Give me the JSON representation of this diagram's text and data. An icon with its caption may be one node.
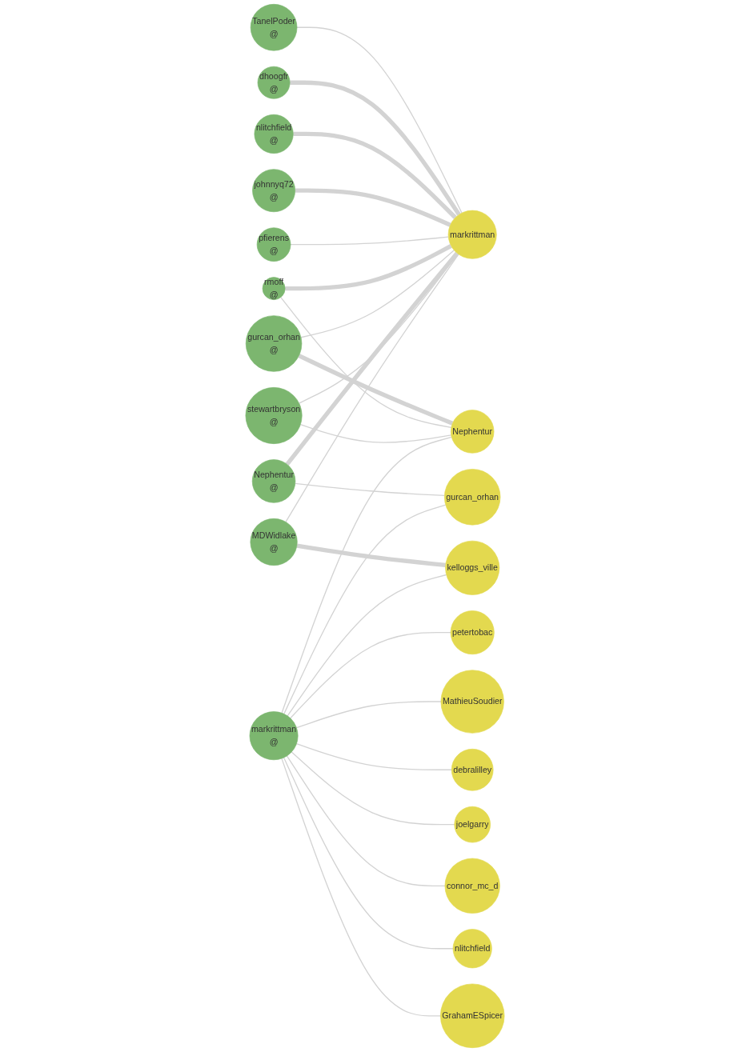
{
  "diagram": {
    "nodes": [
      {
        "text": [
          "TanelPoder",
          "@"
        ]
      },
      {
        "text": [
          "dhoogfr",
          "@"
        ]
      },
      {
        "text": [
          "nlitchfield",
          "@"
        ]
      },
      {
        "text": [
          "johnnyq72",
          "@"
        ]
      },
      {
        "text": [
          "pfierens",
          "@"
        ]
      },
      {
        "text": [
          "markrittman"
        ]
      },
      {
        "text": [
          "rmoff",
          "@"
        ]
      },
      {
        "text": [
          "gurcan_orhan",
          "@"
        ]
      },
      {
        "text": [
          "Nephentur",
          "@"
        ]
      },
      {
        "text": [
          "stewartbryson",
          "@"
        ]
      },
      {
        "text": [
          "MDWidlake",
          "@"
        ]
      },
      {
        "text": [
          "Nephentur"
        ]
      },
      {
        "text": [
          "gurcan_orhan"
        ]
      },
      {
        "text": [
          "petertobac"
        ]
      },
      {
        "text": [
          "kelloggs_ville"
        ]
      },
      {
        "text": [
          "markrittman",
          "@"
        ]
      },
      {
        "text": [
          "MathieuSoudier"
        ]
      },
      {
        "text": [
          "debralilley"
        ]
      },
      {
        "text": [
          "joelgarry"
        ]
      },
      {
        "text": [
          "connor_mc_d"
        ]
      },
      {
        "text": [
          "nlitchfield"
        ]
      },
      {
        "text": [
          "GrahamESpicer"
        ]
      }
    ],
    "edges": [
      {
        "from": 0,
        "to": 5,
        "arrow": "none"
      },
      {
        "from": 1,
        "to": 5,
        "arrow": "none",
        "style": "thick"
      },
      {
        "from": 2,
        "to": 5,
        "arrow": "none",
        "style": "thick"
      },
      {
        "from": 3,
        "to": 5,
        "arrow": "none",
        "style": "thick"
      },
      {
        "from": 4,
        "to": 5,
        "arrow": "none"
      },
      {
        "from": 6,
        "to": 5,
        "arrow": "none",
        "style": "thick"
      },
      {
        "from": 7,
        "to": 5,
        "arrow": "none"
      },
      {
        "from": 8,
        "to": 5,
        "arrow": "none",
        "style": "thick"
      },
      {
        "from": 9,
        "to": 5,
        "arrow": "none"
      },
      {
        "from": 10,
        "to": 5,
        "arrow": "none"
      },
      {
        "from": 7,
        "to": 11,
        "arrow": "none",
        "style": "thick"
      },
      {
        "from": 6,
        "to": 11,
        "arrow": "none"
      },
      {
        "from": 9,
        "to": 11,
        "arrow": "none"
      },
      {
        "from": 8,
        "to": 12,
        "arrow": "none"
      },
      {
        "from": 10,
        "to": 14,
        "arrow": "none",
        "style": "thick"
      },
      {
        "from": 15,
        "to": 12,
        "arrow": "none"
      },
      {
        "from": 15,
        "to": 14,
        "arrow": "none"
      },
      {
        "from": 15,
        "to": 11,
        "arrow": "none"
      },
      {
        "from": 15,
        "to": 13,
        "arrow": "none"
      },
      {
        "from": 15,
        "to": 16,
        "arrow": "none"
      },
      {
        "from": 15,
        "to": 17,
        "arrow": "none"
      },
      {
        "from": 15,
        "to": 18,
        "arrow": "none"
      },
      {
        "from": 15,
        "to": 19,
        "arrow": "none"
      },
      {
        "from": 15,
        "to": 20,
        "arrow": "none"
      },
      {
        "from": 15,
        "to": 21,
        "arrow": "none"
      }
    ]
  }
}
